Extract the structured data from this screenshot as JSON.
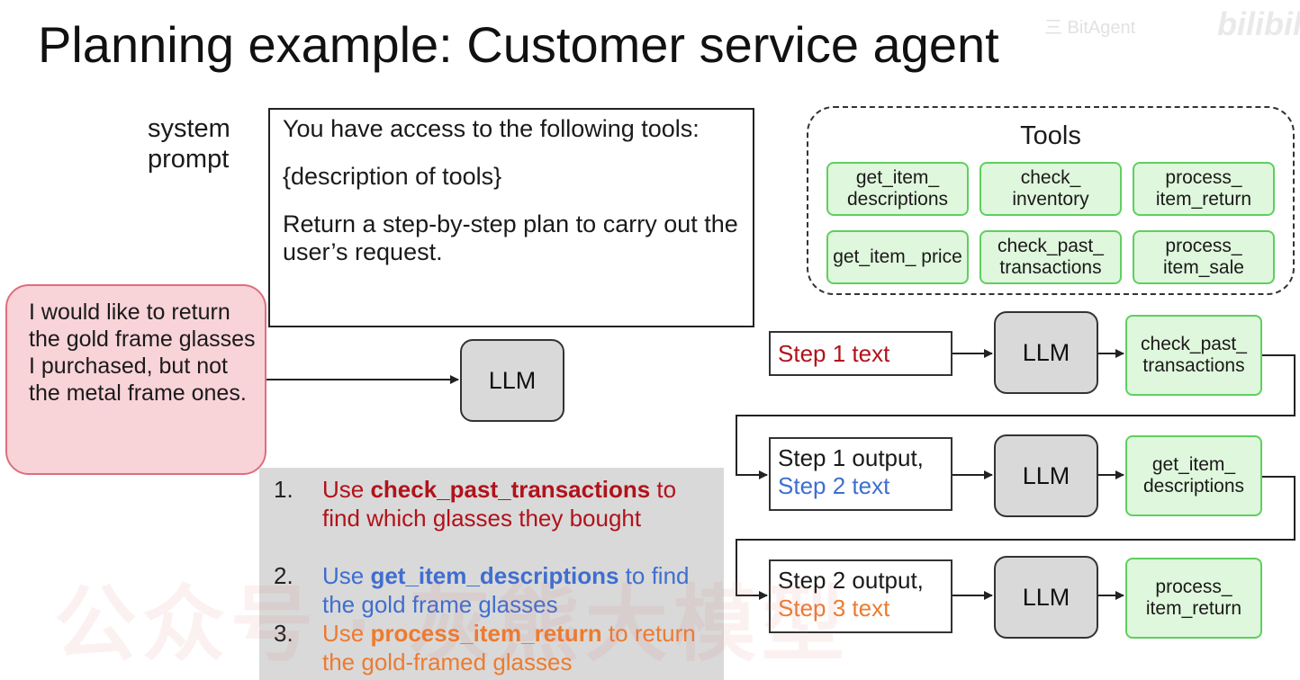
{
  "title": "Planning example: Customer service agent",
  "system_prompt": {
    "label": "system prompt",
    "line1": "You have access to the following tools:",
    "line2": "{description of tools}",
    "line3": "Return a step-by-step plan to carry out the user’s request."
  },
  "user_request": "I would like to return the gold frame glasses I purchased, but not the metal frame ones.",
  "llm_label": "LLM",
  "tools": {
    "title": "Tools",
    "items": [
      "get_item_ descriptions",
      "check_ inventory",
      "process_ item_return",
      "get_item_ price",
      "check_past_ transactions",
      "process_ item_sale"
    ]
  },
  "plan": [
    {
      "num": "1.",
      "pre": "Use ",
      "tool": "check_past_transactions",
      "post": " to find which glasses they bought"
    },
    {
      "num": "2.",
      "pre": "Use ",
      "tool": "get_item_descriptions",
      "post": " to find the gold frame glasses"
    },
    {
      "num": "3.",
      "pre": "Use ",
      "tool": "process_item_return",
      "post": " to return the gold-framed glasses"
    }
  ],
  "steps": [
    {
      "input_a": "",
      "input_b": "Step 1 text",
      "tool": "check_past_ transactions"
    },
    {
      "input_a": "Step 1 output,",
      "input_b": "Step 2 text",
      "tool": "get_item_ descriptions"
    },
    {
      "input_a": "Step 2 output,",
      "input_b": "Step 3 text",
      "tool": "process_ item_return"
    }
  ],
  "colors": {
    "step1": "#b1121b",
    "step2": "#3f6ed0",
    "step3": "#ed7b2f",
    "tool_fill": "#dff7dc",
    "tool_border": "#5fcf5f",
    "user_fill": "#f8d3d8",
    "user_border": "#dd6f7d",
    "llm_fill": "#d9d9d9"
  },
  "watermark": "公众号 · 灰熊大模型",
  "corner_mark": "三 BitAgent",
  "corner_logo": "bilibili"
}
